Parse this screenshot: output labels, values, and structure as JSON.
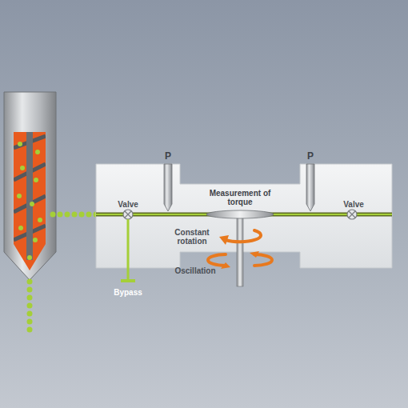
{
  "diagram": {
    "labels": [
      "P",
      "P",
      "Valve",
      "Measurement of torque",
      "Valve",
      "Constant rotation",
      "Oscillation",
      "Bypass"
    ]
  }
}
